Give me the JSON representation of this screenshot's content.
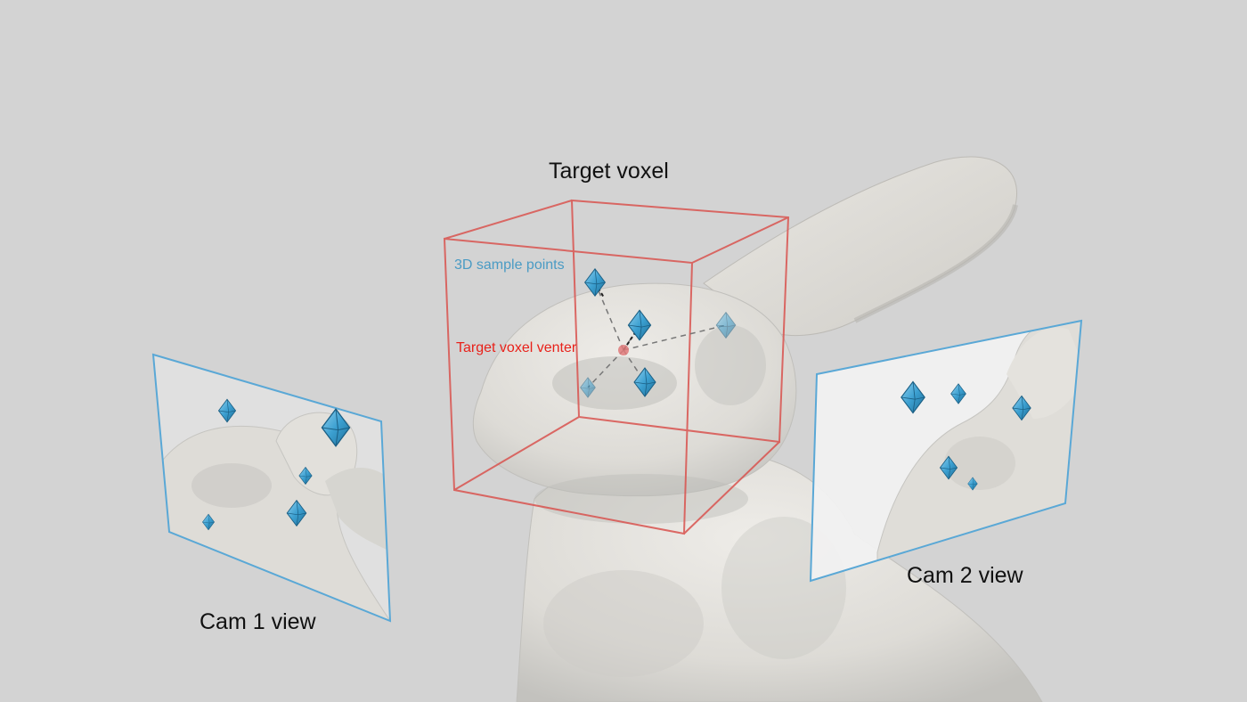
{
  "labels": {
    "target_voxel": "Target voxel",
    "sample_points": "3D sample points",
    "voxel_center": "Target voxel venter",
    "cam1": "Cam 1 view",
    "cam2": "Cam 2 view"
  },
  "colors": {
    "background": "#d3d3d3",
    "bunny": "#e6e4df",
    "bunny_shade": "#c7c6c2",
    "voxel_box": "#d9534f",
    "camera_frame": "#5aa8d6",
    "sample_point": "#3e9fcf",
    "center_point": "#e07a7a",
    "sample_label": "#4a9bc4",
    "center_label": "#e8211a",
    "text": "#111111"
  }
}
